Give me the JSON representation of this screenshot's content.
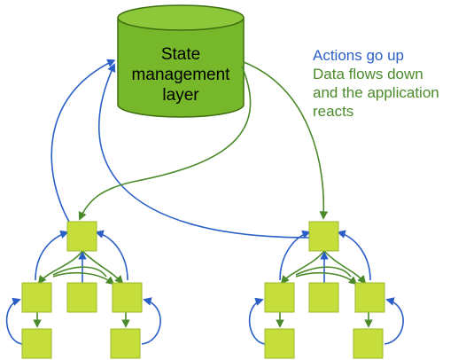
{
  "colors": {
    "actions": "#2b5fc8",
    "data": "#4a8a2a",
    "store_fill": "#76b82a",
    "store_stroke": "#3d6e12",
    "node_fill": "#c5de3c",
    "node_stroke": "#9bb82a"
  },
  "store": {
    "label_lines": [
      "State",
      "management",
      "layer"
    ]
  },
  "caption": {
    "actions": "Actions go up",
    "data_lines": [
      "Data flows down",
      "and the application",
      "reacts"
    ]
  },
  "trees": [
    {
      "name": "left-component-tree"
    },
    {
      "name": "right-component-tree"
    }
  ]
}
